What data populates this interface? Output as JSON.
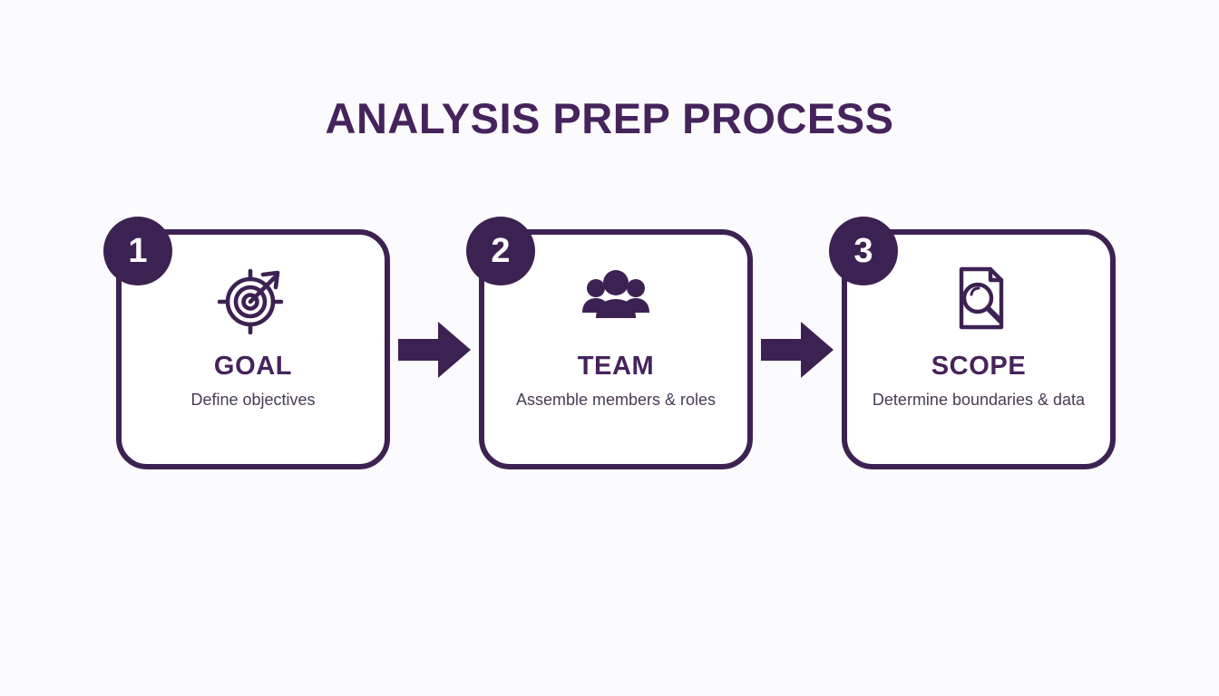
{
  "slide": {
    "title": "ANALYSIS PREP PROCESS",
    "background_color": "#fbfafc",
    "accent_color": "#3c2253",
    "title_color": "#45235c",
    "subtitle_color": "#483a55"
  },
  "steps": [
    {
      "number": "1",
      "title": "GOAL",
      "subtitle": "Define objectives",
      "icon": "target-arrow-icon"
    },
    {
      "number": "2",
      "title": "TEAM",
      "subtitle": "Assemble members & roles",
      "icon": "people-group-icon"
    },
    {
      "number": "3",
      "title": "SCOPE",
      "subtitle": "Determine boundaries & data",
      "icon": "document-magnifier-icon"
    }
  ],
  "connectors": [
    {
      "name": "arrow-right-1"
    },
    {
      "name": "arrow-right-2"
    }
  ]
}
